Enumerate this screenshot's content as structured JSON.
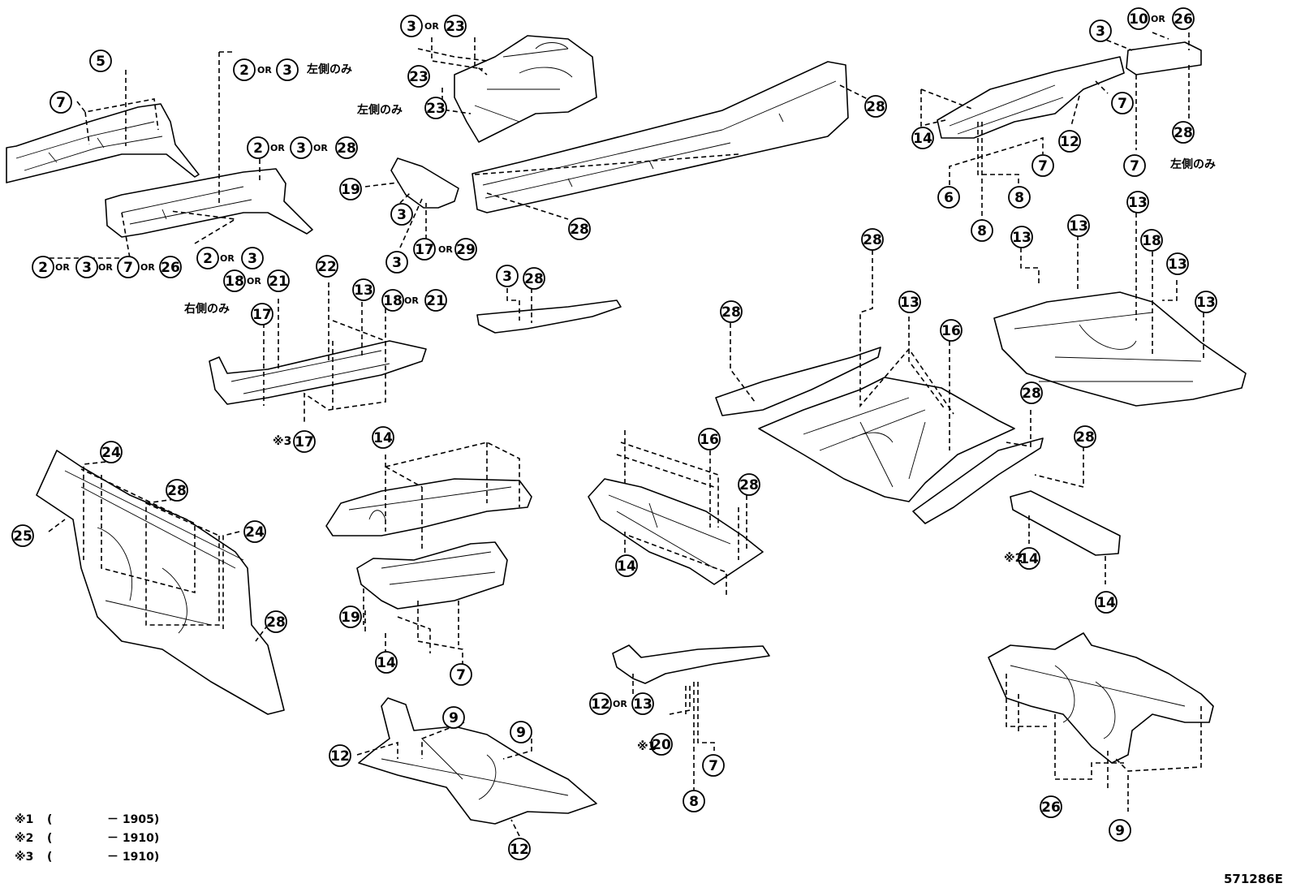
{
  "callouts": [
    {
      "id": "c1",
      "num": "3"
    },
    {
      "id": "c2",
      "num": "23"
    },
    {
      "id": "c3",
      "num": "23"
    },
    {
      "id": "c4",
      "num": "23"
    },
    {
      "id": "c5",
      "num": "28"
    },
    {
      "id": "c6",
      "num": "5"
    },
    {
      "id": "c7",
      "num": "2"
    },
    {
      "id": "c8",
      "num": "3"
    },
    {
      "id": "c9",
      "num": "7"
    },
    {
      "id": "c10",
      "num": "2"
    },
    {
      "id": "c11",
      "num": "3"
    },
    {
      "id": "c12",
      "num": "28"
    },
    {
      "id": "c13",
      "num": "19"
    },
    {
      "id": "c14",
      "num": "3"
    },
    {
      "id": "c15",
      "num": "3"
    },
    {
      "id": "c16",
      "num": "17"
    },
    {
      "id": "c17",
      "num": "29"
    },
    {
      "id": "c18",
      "num": "28"
    },
    {
      "id": "c19",
      "num": "2"
    },
    {
      "id": "c20",
      "num": "3"
    },
    {
      "id": "c21",
      "num": "2"
    },
    {
      "id": "c22",
      "num": "3"
    },
    {
      "id": "c23",
      "num": "7"
    },
    {
      "id": "c24",
      "num": "26"
    },
    {
      "id": "c25",
      "num": "3"
    },
    {
      "id": "c26",
      "num": "10"
    },
    {
      "id": "c27",
      "num": "26"
    },
    {
      "id": "c28",
      "num": "7"
    },
    {
      "id": "c29",
      "num": "14"
    },
    {
      "id": "c30",
      "num": "12"
    },
    {
      "id": "c31",
      "num": "28"
    },
    {
      "id": "c32",
      "num": "7"
    },
    {
      "id": "c33",
      "num": "7"
    },
    {
      "id": "c34",
      "num": "6"
    },
    {
      "id": "c35",
      "num": "8"
    },
    {
      "id": "c36",
      "num": "8"
    },
    {
      "id": "c37",
      "num": "18"
    },
    {
      "id": "c38",
      "num": "21"
    },
    {
      "id": "c39",
      "num": "22"
    },
    {
      "id": "c40",
      "num": "13"
    },
    {
      "id": "c41",
      "num": "18"
    },
    {
      "id": "c42",
      "num": "21"
    },
    {
      "id": "c43",
      "num": "17"
    },
    {
      "id": "c44",
      "num": "17"
    },
    {
      "id": "c45",
      "num": "3"
    },
    {
      "id": "c46",
      "num": "28"
    },
    {
      "id": "c47",
      "num": "28"
    },
    {
      "id": "c48",
      "num": "28"
    },
    {
      "id": "c49",
      "num": "13"
    },
    {
      "id": "c50",
      "num": "16"
    },
    {
      "id": "c51",
      "num": "13"
    },
    {
      "id": "c52",
      "num": "13"
    },
    {
      "id": "c53",
      "num": "13"
    },
    {
      "id": "c54",
      "num": "18"
    },
    {
      "id": "c55",
      "num": "13"
    },
    {
      "id": "c56",
      "num": "13"
    },
    {
      "id": "c57",
      "num": "24"
    },
    {
      "id": "c58",
      "num": "28"
    },
    {
      "id": "c59",
      "num": "25"
    },
    {
      "id": "c60",
      "num": "24"
    },
    {
      "id": "c61",
      "num": "28"
    },
    {
      "id": "c62",
      "num": "14"
    },
    {
      "id": "c63",
      "num": "19"
    },
    {
      "id": "c64",
      "num": "14"
    },
    {
      "id": "c65",
      "num": "7"
    },
    {
      "id": "c66",
      "num": "16"
    },
    {
      "id": "c67",
      "num": "28"
    },
    {
      "id": "c68",
      "num": "14"
    },
    {
      "id": "c69",
      "num": "28"
    },
    {
      "id": "c70",
      "num": "28"
    },
    {
      "id": "c71",
      "num": "14"
    },
    {
      "id": "c72",
      "num": "14"
    },
    {
      "id": "c73",
      "num": "12"
    },
    {
      "id": "c74",
      "num": "13"
    },
    {
      "id": "c75",
      "num": "20"
    },
    {
      "id": "c76",
      "num": "7"
    },
    {
      "id": "c77",
      "num": "8"
    },
    {
      "id": "c78",
      "num": "9"
    },
    {
      "id": "c79",
      "num": "9"
    },
    {
      "id": "c80",
      "num": "12"
    },
    {
      "id": "c81",
      "num": "12"
    },
    {
      "id": "c82",
      "num": "26"
    },
    {
      "id": "c83",
      "num": "9"
    }
  ],
  "or_label": "OR",
  "notes": {
    "left_only": "左側のみ",
    "right_only": "右側のみ",
    "mark1": "※1",
    "mark2": "※2",
    "mark3": "※3"
  },
  "legend": [
    {
      "mark": "※1",
      "open": "(",
      "range": "－ 1905)"
    },
    {
      "mark": "※2",
      "open": "(",
      "range": "－ 1910)"
    },
    {
      "mark": "※3",
      "open": "(",
      "range": "－ 1910)"
    }
  ],
  "figure_number": "571286E"
}
